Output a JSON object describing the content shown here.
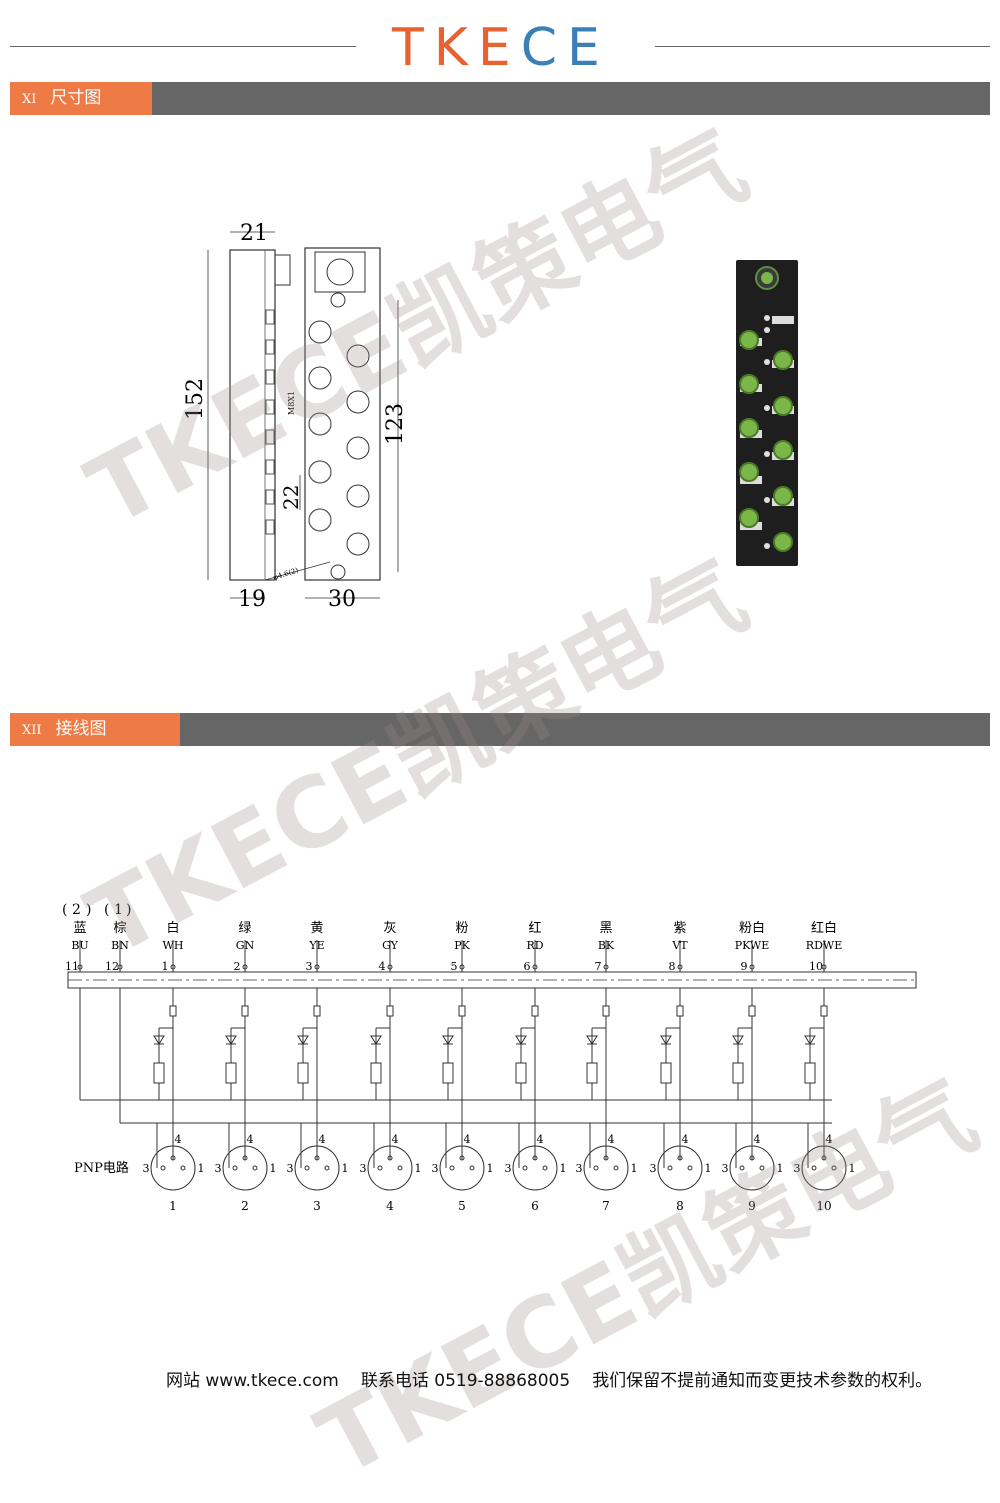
{
  "logo": {
    "letters": [
      "T",
      "K",
      "E",
      "C",
      "E"
    ],
    "orange": "#e8612e",
    "blue": "#3a7fb5"
  },
  "sections": [
    {
      "num": "XI",
      "title": "尺寸图"
    },
    {
      "num": "XII",
      "title": "接线图"
    }
  ],
  "watermarks": [
    "TKECE凯策电气"
  ],
  "dimensions": {
    "width_top": "21",
    "height_total": "152",
    "height_pitch": "123",
    "spacing": "22",
    "width_bottom_left": "19",
    "width_bottom_right": "30",
    "thread": "M8X1",
    "hole": "φ4.6(2)"
  },
  "wiring": {
    "group_labels": [
      "2",
      "1"
    ],
    "wires": [
      {
        "cn": "蓝",
        "code": "BU",
        "pin": "11"
      },
      {
        "cn": "棕",
        "code": "BN",
        "pin": "12"
      },
      {
        "cn": "白",
        "code": "WH",
        "pin": "1"
      },
      {
        "cn": "绿",
        "code": "GN",
        "pin": "2"
      },
      {
        "cn": "黄",
        "code": "YE",
        "pin": "3"
      },
      {
        "cn": "灰",
        "code": "GY",
        "pin": "4"
      },
      {
        "cn": "粉",
        "code": "PK",
        "pin": "5"
      },
      {
        "cn": "红",
        "code": "RD",
        "pin": "6"
      },
      {
        "cn": "黑",
        "code": "BK",
        "pin": "7"
      },
      {
        "cn": "紫",
        "code": "VT",
        "pin": "8"
      },
      {
        "cn": "粉白",
        "code": "PKWE",
        "pin": "9"
      },
      {
        "cn": "红白",
        "code": "RDWE",
        "pin": "10"
      }
    ],
    "circuit_label": "PNP电路",
    "connector_pins": [
      "4",
      "3",
      "1"
    ],
    "connectors": [
      "1",
      "2",
      "3",
      "4",
      "5",
      "6",
      "7",
      "8",
      "9",
      "10"
    ]
  },
  "footer": {
    "site": "网站 www.tkece.com",
    "phone": "联系电话 0519-88868005",
    "notice": "我们保留不提前通知而变更技术参数的权利。"
  }
}
